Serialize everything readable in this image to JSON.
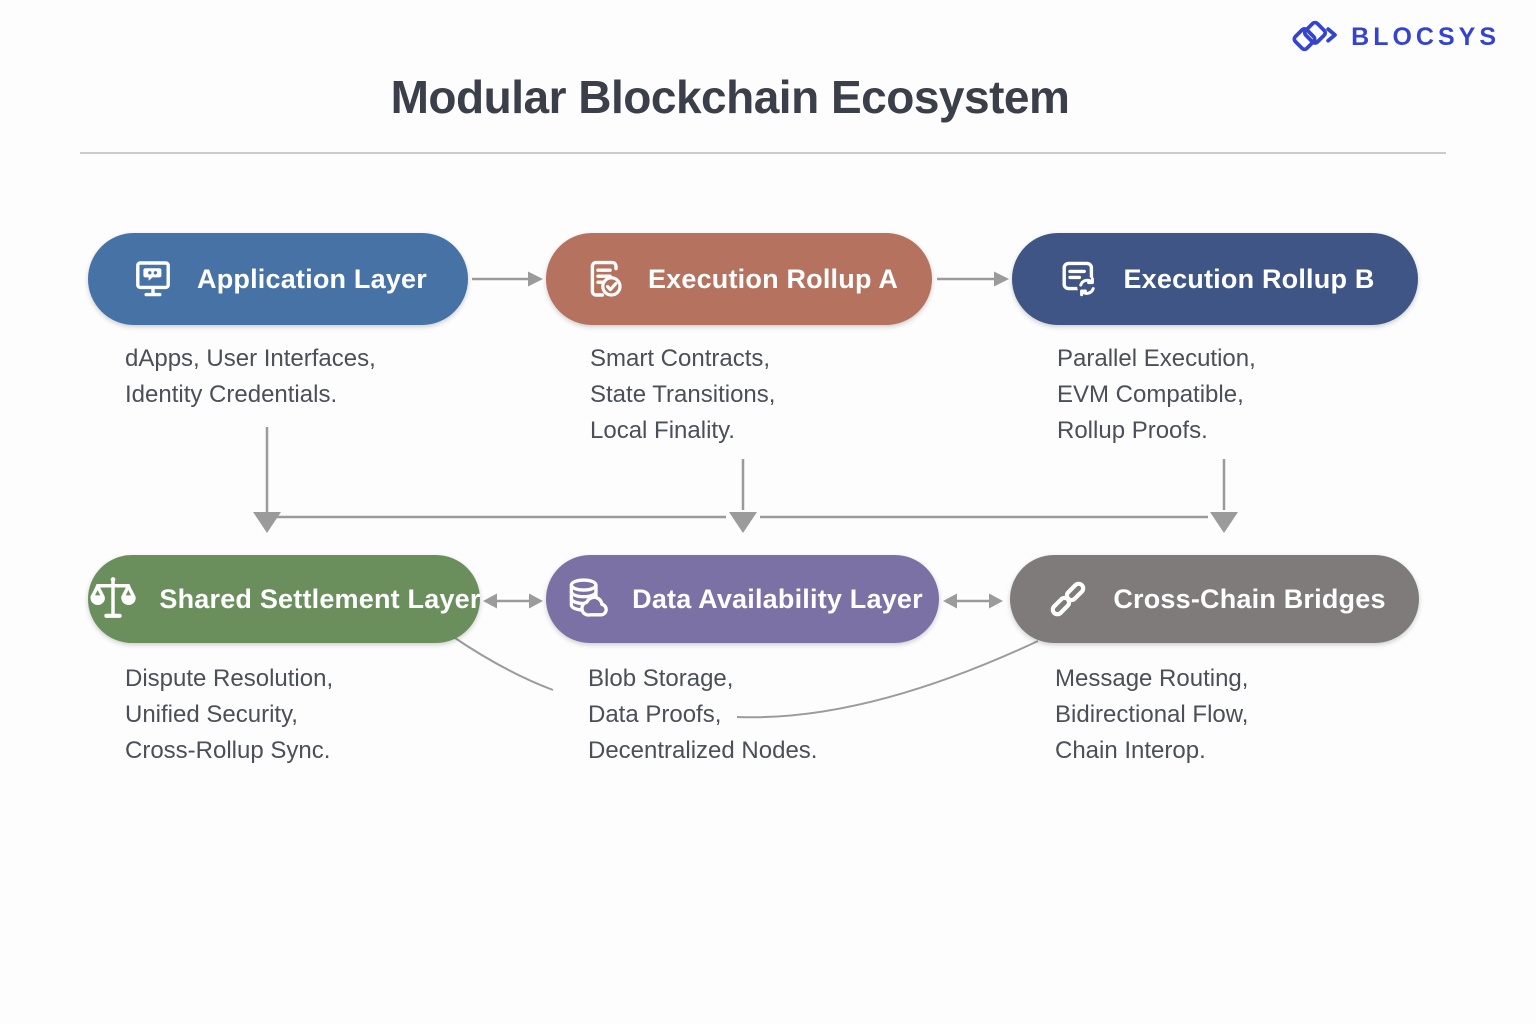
{
  "logo": {
    "text": "BLOCSYS",
    "color": "#3544d0",
    "icon": "blocsys-diamonds-icon"
  },
  "title": "Modular Blockchain Ecosystem",
  "colors": {
    "background": "#fdfdfe",
    "title_text": "#3a3f49",
    "body_text": "#4b4f58",
    "connector": "#9b9b9b",
    "divider": "#cbcbcb"
  },
  "nodes": [
    {
      "id": "application-layer",
      "label": "Application Layer",
      "icon": "monitor-chat-icon",
      "color": "#4672a6",
      "desc": [
        "dApps, User Interfaces,",
        "Identity Credentials."
      ]
    },
    {
      "id": "execution-rollup-a",
      "label": "Execution Rollup A",
      "icon": "document-check-icon",
      "color": "#b4725f",
      "desc": [
        "Smart Contracts,",
        "State Transitions,",
        "Local Finality."
      ]
    },
    {
      "id": "execution-rollup-b",
      "label": "Execution Rollup B",
      "icon": "document-sync-icon",
      "color": "#3f5586",
      "desc": [
        "Parallel Execution,",
        "EVM Compatible,",
        "Rollup Proofs."
      ]
    },
    {
      "id": "shared-settlement-layer",
      "label": "Shared Settlement Layer",
      "icon": "scales-icon",
      "color": "#6a8f5d",
      "desc": [
        "Dispute Resolution,",
        "Unified Security,",
        "Cross-Rollup Sync."
      ]
    },
    {
      "id": "data-availability-layer",
      "label": "Data Availability Layer",
      "icon": "database-cloud-icon",
      "color": "#7b71a4",
      "desc": [
        "Blob Storage,",
        "Data Proofs,",
        "Decentralized Nodes."
      ]
    },
    {
      "id": "cross-chain-bridges",
      "label": "Cross-Chain Bridges",
      "icon": "chain-link-icon",
      "color": "#7e7b7a",
      "desc": [
        "Message Routing,",
        "Bidirectional Flow,",
        "Chain Interop."
      ]
    }
  ],
  "connections": [
    {
      "from": "application-layer",
      "to": "execution-rollup-a",
      "type": "arrow-right"
    },
    {
      "from": "execution-rollup-a",
      "to": "execution-rollup-b",
      "type": "arrow-right"
    },
    {
      "from": "application-layer",
      "to": "shared-settlement-layer",
      "type": "arrow-down"
    },
    {
      "from": "execution-rollup-a",
      "to": "data-availability-layer",
      "type": "arrow-down"
    },
    {
      "from": "execution-rollup-b",
      "to": "cross-chain-bridges",
      "type": "arrow-down"
    },
    {
      "from": "shared-settlement-layer",
      "to": "data-availability-layer",
      "type": "double-arrow"
    },
    {
      "from": "data-availability-layer",
      "to": "cross-chain-bridges",
      "type": "double-arrow"
    },
    {
      "from": "shared-settlement-layer",
      "to": "data-availability-layer-description",
      "type": "curve"
    },
    {
      "from": "cross-chain-bridges",
      "to": "data-availability-layer-description",
      "type": "curve"
    }
  ]
}
